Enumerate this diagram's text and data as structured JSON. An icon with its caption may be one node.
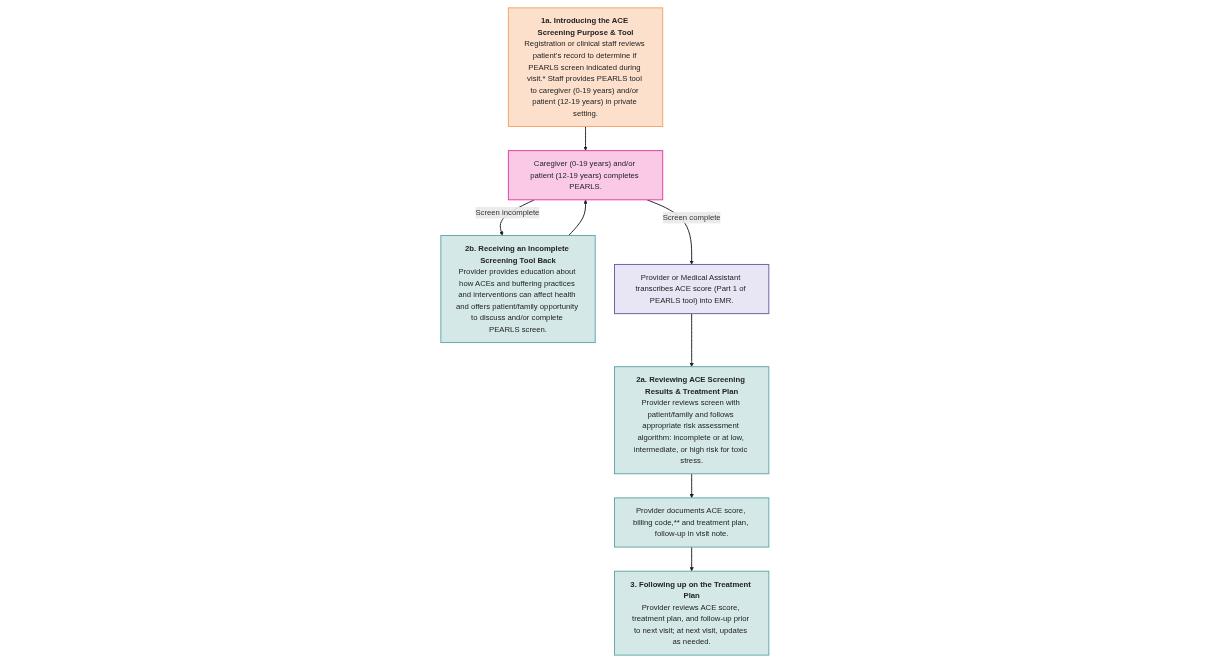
{
  "diagram": {
    "nodes": [
      {
        "text": [
          "1a. Introducing the ACE Screening Purpose & Tool",
          "Registration or clinical staff reviews patient’s record to determine if PEARLS screen indicated during visit.* Staff provides PEARLS tool to caregiver (0-19 years) and/or patient (12-19 years) in private setting."
        ]
      },
      {
        "text": [
          "Caregiver (0-19 years) and/or patient (12-19 years) completes PEARLS."
        ]
      },
      {
        "text": [
          "2b. Receiving an Incomplete Screening Tool Back",
          "Provider provides education about how ACEs and buffering practices and interventions can affect health and offers patient/family opportunity to discuss and/or complete PEARLS screen."
        ]
      },
      {
        "text": [
          "Provider or Medical Assistant transcribes ACE score (Part 1 of PEARLS tool) into EMR."
        ]
      },
      {
        "text": [
          "2a. Reviewing ACE Screening Results & Treatment Plan",
          "Provider reviews screen with patient/family and follows appropriate risk assessment algorithm: incomplete or at low, intermediate, or high risk for toxic stress."
        ]
      },
      {
        "text": [
          "Provider documents ACE score, billing code,** and treatment plan, follow-up in visit note."
        ]
      },
      {
        "text": [
          "3. Following up on the Treatment Plan",
          "Provider reviews ACE score, treatment plan, and follow-up prior to next visit; at next visit, updates as needed."
        ]
      }
    ],
    "edges": [
      {
        "from": 0,
        "to": 1,
        "arrow": "to"
      },
      {
        "from": 2,
        "to": 1,
        "arrow": "to"
      },
      {
        "from": 1,
        "to": 2,
        "arrow": "to",
        "label": "Screen incomplete"
      },
      {
        "from": 1,
        "to": 3,
        "arrow": "to",
        "label": "Screen complete"
      },
      {
        "from": 3,
        "to": 4,
        "arrow": "to"
      },
      {
        "from": 4,
        "to": 5,
        "arrow": "to"
      },
      {
        "from": 5,
        "to": 6,
        "arrow": "to"
      }
    ]
  }
}
